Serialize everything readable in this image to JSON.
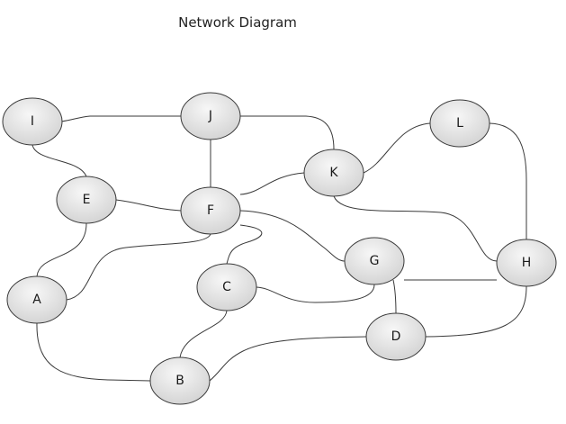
{
  "diagram": {
    "title": "Network Diagram",
    "colors": {
      "node_fill_light": "#f7f7f7",
      "node_fill_dark": "#cfcfcf",
      "node_stroke": "#3a3a3a",
      "edge_stroke": "#3a3a3a",
      "text": "#1a1a1a"
    },
    "nodes": [
      {
        "id": "I",
        "label": "I"
      },
      {
        "id": "J",
        "label": "J"
      },
      {
        "id": "L",
        "label": "L"
      },
      {
        "id": "K",
        "label": "K"
      },
      {
        "id": "E",
        "label": "E"
      },
      {
        "id": "F",
        "label": "F"
      },
      {
        "id": "G",
        "label": "G"
      },
      {
        "id": "H",
        "label": "H"
      },
      {
        "id": "A",
        "label": "A"
      },
      {
        "id": "C",
        "label": "C"
      },
      {
        "id": "D",
        "label": "D"
      },
      {
        "id": "B",
        "label": "B"
      }
    ],
    "edges": [
      {
        "from": "I",
        "to": "J"
      },
      {
        "from": "I",
        "to": "E"
      },
      {
        "from": "J",
        "to": "F"
      },
      {
        "from": "J",
        "to": "K"
      },
      {
        "from": "K",
        "to": "L"
      },
      {
        "from": "L",
        "to": "H"
      },
      {
        "from": "K",
        "to": "F"
      },
      {
        "from": "K",
        "to": "H"
      },
      {
        "from": "E",
        "to": "F"
      },
      {
        "from": "E",
        "to": "A"
      },
      {
        "from": "F",
        "to": "A"
      },
      {
        "from": "F",
        "to": "G"
      },
      {
        "from": "F",
        "to": "C"
      },
      {
        "from": "G",
        "to": "H"
      },
      {
        "from": "G",
        "to": "C"
      },
      {
        "from": "G",
        "to": "D"
      },
      {
        "from": "H",
        "to": "D"
      },
      {
        "from": "C",
        "to": "B"
      },
      {
        "from": "A",
        "to": "B"
      },
      {
        "from": "D",
        "to": "B"
      }
    ]
  }
}
